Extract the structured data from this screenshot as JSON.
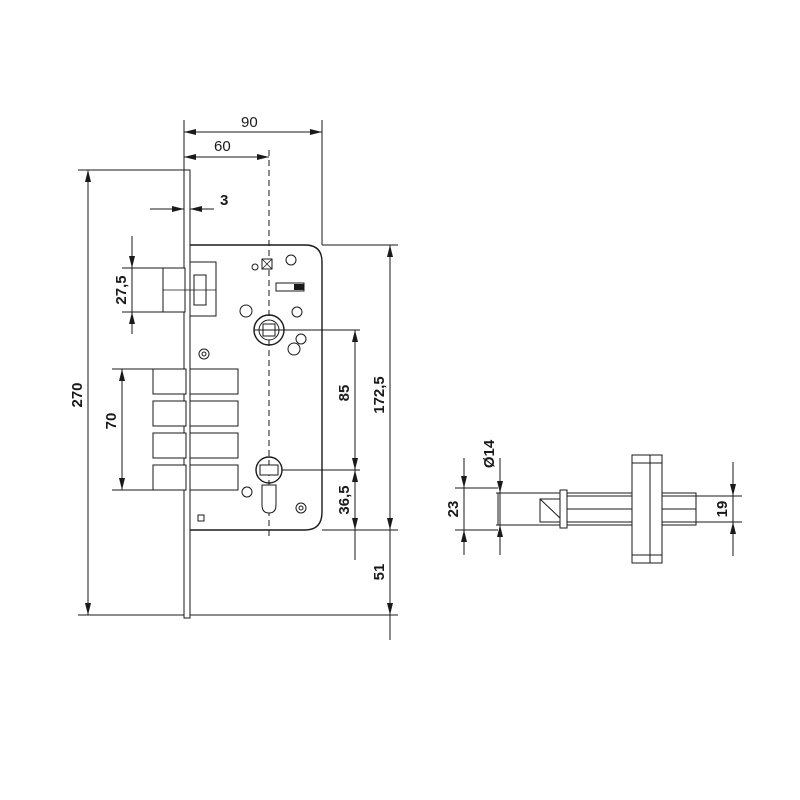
{
  "front_view": {
    "dimensions": {
      "width_total": "90",
      "backset": "60",
      "faceplate_thickness": "3",
      "latch_height": "27,5",
      "height_total": "270",
      "bolt_block_height": "70",
      "center_distance": "85",
      "case_height": "172,5",
      "lower_offset": "36,5",
      "bottom_offset": "51"
    }
  },
  "side_view": {
    "dimensions": {
      "spindle_diameter": "Ø14",
      "height_left": "23",
      "height_right": "19"
    }
  }
}
